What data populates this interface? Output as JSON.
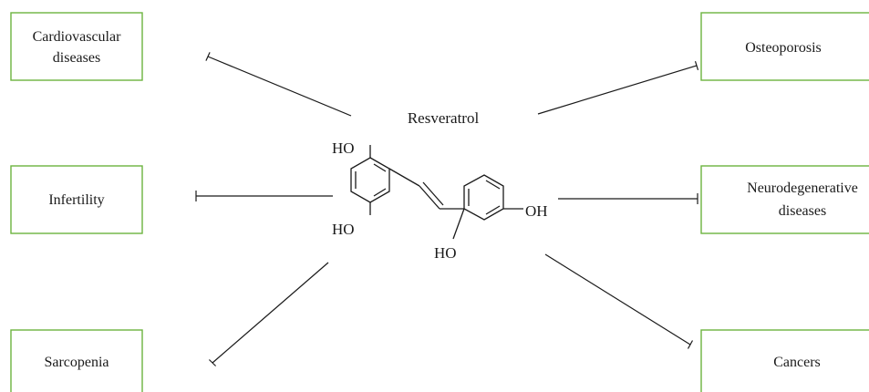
{
  "colors": {
    "box_border": "#6cb43f",
    "line": "#1a1a1a",
    "text": "#1a1a1a"
  },
  "compound": {
    "name": "Resveratrol",
    "groups": {
      "ho_top": "HO",
      "ho_bottom": "HO",
      "oh_right": "OH",
      "ho_lower": "HO"
    }
  },
  "targets": {
    "cardiovascular": [
      "Cardiovascular",
      "diseases"
    ],
    "osteoporosis": [
      "Osteoporosis"
    ],
    "infertility": [
      "Infertility"
    ],
    "neurodegenerative": [
      "Neurodegenerative",
      "diseases"
    ],
    "sarcopenia": [
      "Sarcopenia"
    ],
    "cancers": [
      "Cancers"
    ]
  }
}
